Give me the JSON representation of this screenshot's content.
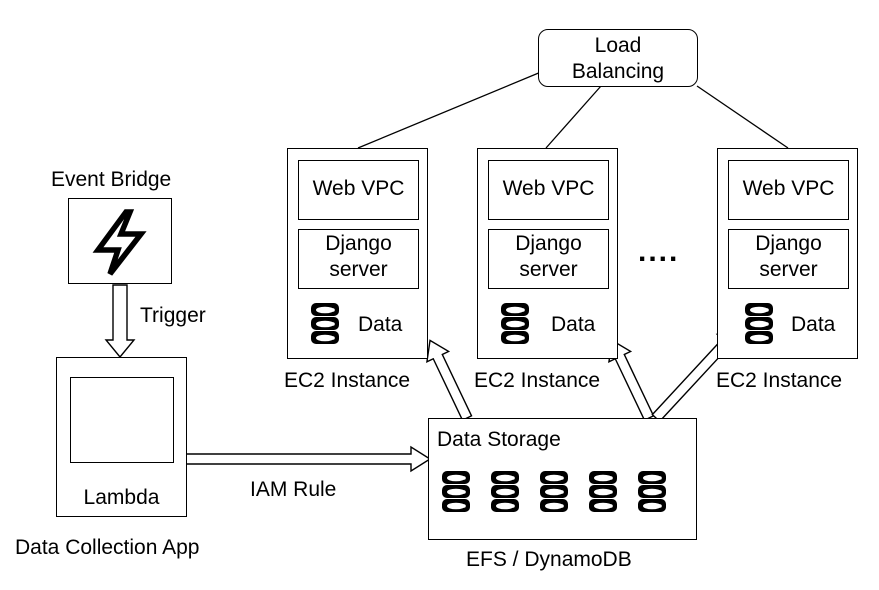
{
  "load_balancer": {
    "line1": "Load",
    "line2": "Balancing"
  },
  "event_bridge": {
    "label": "Event Bridge",
    "icon": "lightning-bolt-icon"
  },
  "trigger_label": "Trigger",
  "lambda": {
    "label": "Lambda",
    "caption": "Data Collection App"
  },
  "iam_label": "IAM Rule",
  "ellipsis": "....",
  "instances": [
    {
      "web": "Web VPC",
      "django1": "Django",
      "django2": "server",
      "data": "Data",
      "caption": "EC2 Instance"
    },
    {
      "web": "Web VPC",
      "django1": "Django",
      "django2": "server",
      "data": "Data",
      "caption": "EC2 Instance"
    },
    {
      "web": "Web VPC",
      "django1": "Django",
      "django2": "server",
      "data": "Data",
      "caption": "EC2 Instance"
    }
  ],
  "storage": {
    "title": "Data Storage",
    "caption": "EFS / DynamoDB",
    "db_count": 5
  }
}
